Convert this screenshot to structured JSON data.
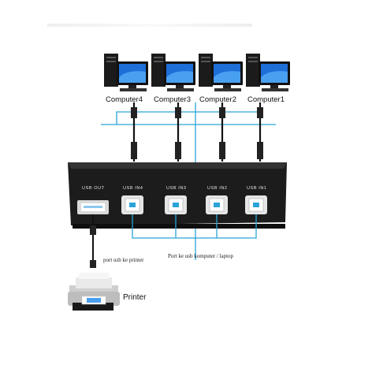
{
  "computers": [
    {
      "label": "Computer4"
    },
    {
      "label": "Computer3"
    },
    {
      "label": "Computer2"
    },
    {
      "label": "Computer1"
    }
  ],
  "switch": {
    "usb_out": "USB OUT",
    "ports": [
      "USB IN4",
      "USB IN3",
      "USB IN2",
      "USB IN1"
    ]
  },
  "annotations": {
    "printer_port": "port usb ke printer",
    "laptop_port": "Port ke usb komputer / laptop"
  },
  "printer": {
    "label": "Printer"
  },
  "colors": {
    "wire": "#2aa3d8",
    "device": "#1b1b1b",
    "panel": "#2a2a2a"
  }
}
